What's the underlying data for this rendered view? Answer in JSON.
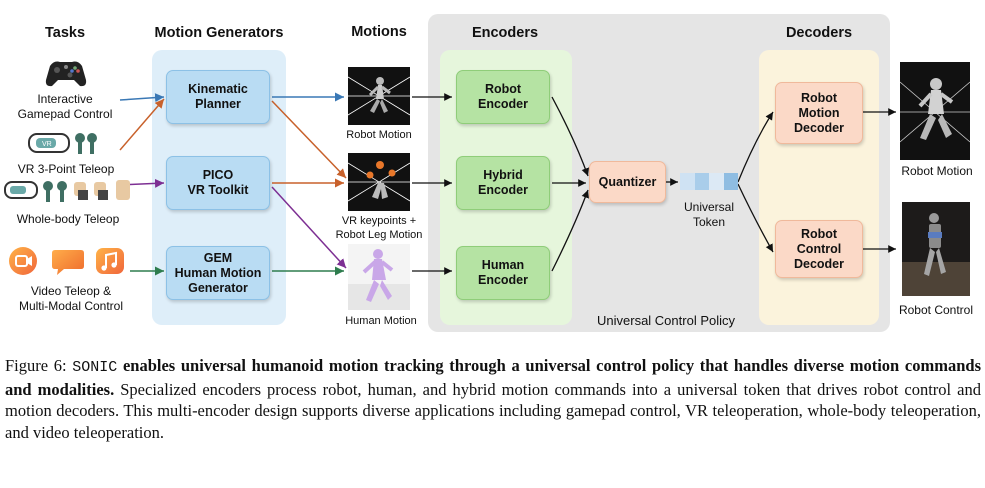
{
  "headers": {
    "tasks": "Tasks",
    "motion_generators": "Motion Generators",
    "motions": "Motions",
    "encoders": "Encoders",
    "decoders": "Decoders"
  },
  "tasks": [
    {
      "label": "Interactive\nGamepad Control",
      "icon": "gamepad-icon"
    },
    {
      "label": "VR 3-Point Teleop",
      "icon": "vr-headset-icon"
    },
    {
      "label": "Whole-body Teleop",
      "icon": "vr-headset-trackers-icon"
    },
    {
      "label": "Video Teleop &\nMulti-Modal Control",
      "icon": "video-chat-music-icons"
    }
  ],
  "generators": [
    {
      "label": "Kinematic\nPlanner"
    },
    {
      "label": "PICO\nVR Toolkit"
    },
    {
      "label": "GEM\nHuman Motion\nGenerator"
    }
  ],
  "motions": [
    {
      "label": "Robot Motion"
    },
    {
      "label": "VR keypoints +\nRobot Leg Motion"
    },
    {
      "label": "Human Motion"
    }
  ],
  "encoders": [
    {
      "label": "Robot\nEncoder"
    },
    {
      "label": "Hybrid\nEncoder"
    },
    {
      "label": "Human\nEncoder"
    }
  ],
  "quantizer": "Quantizer",
  "universal_token": "Universal\nToken",
  "decoders": [
    {
      "label": "Robot\nMotion\nDecoder"
    },
    {
      "label": "Robot\nControl\nDecoder"
    }
  ],
  "policy_label": "Universal Control Policy",
  "outputs": [
    {
      "label": "Robot Motion"
    },
    {
      "label": "Robot Control"
    }
  ],
  "colors": {
    "generator_panel": "#deeef9",
    "encoder_panel": "#e6f6dc",
    "decoder_panel": "#fbf3dc",
    "policy_panel": "#e5e5e5",
    "arrow_blue": "#3a78b5",
    "arrow_orange": "#c8612b",
    "arrow_purple": "#7d2f93",
    "arrow_green": "#2e7d4e"
  },
  "caption": {
    "prefix": "Figure 6: ",
    "name": "SONIC",
    "bold": " enables universal humanoid motion tracking through a universal control policy that handles diverse motion commands and modalities.",
    "rest": " Specialized encoders process robot, human, and hybrid motion commands into a universal token that drives robot control and motion decoders. This multi-encoder design supports diverse applications including gamepad control, VR teleoperation, whole-body teleoperation, and video teleoperation."
  }
}
